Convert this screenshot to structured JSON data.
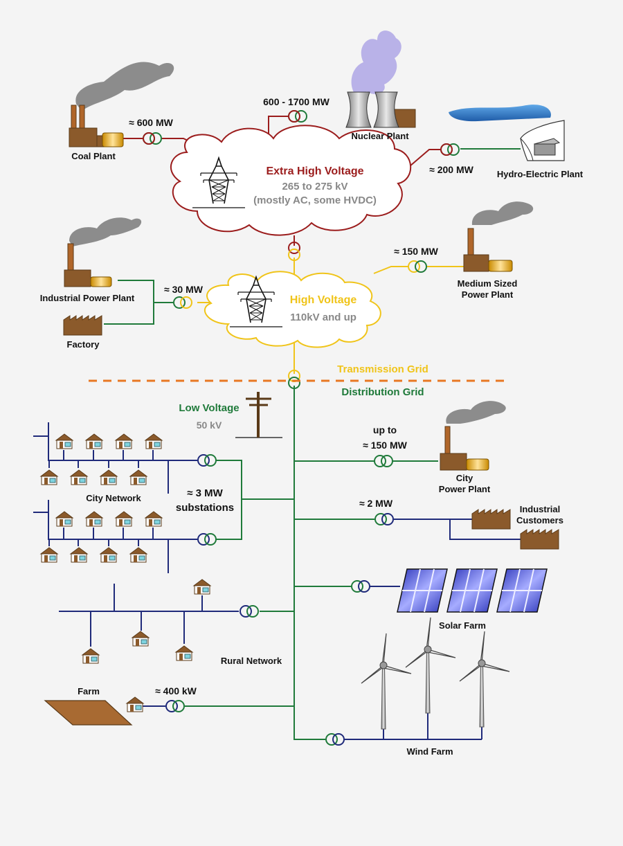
{
  "colors": {
    "background": "#f4f4f4",
    "extra_high": "#9b1c1c",
    "high": "#f0c419",
    "low": "#1f7a3a",
    "distribution": "#1f2a7a",
    "gray_text": "#888888",
    "brown": "#8b5a2b",
    "smoke": "#8c8c8c",
    "nuclear_smoke": "#b9b2e8",
    "solar": "#3e4ad0"
  },
  "labels": {
    "coal_power": "≈ 600  MW",
    "coal_plant": "Coal Plant",
    "nuclear_power": "600 - 1700  MW",
    "nuclear_plant": "Nuclear Plant",
    "hydro_power": "≈ 200  MW",
    "hydro_plant": "Hydro-Electric Plant",
    "ehv_title": "Extra High Voltage",
    "ehv_range": "265 to 275 kV",
    "ehv_note": "(mostly AC, some HVDC)",
    "medium_power": "≈ 150  MW",
    "medium_plant_1": "Medium Sized",
    "medium_plant_2": "Power Plant",
    "industrial_power": "≈ 30 MW",
    "industrial_plant": "Industrial Power Plant",
    "factory": "Factory",
    "hv_title": "High Voltage",
    "hv_range": "110kV and up",
    "transmission_grid": "Transmission Grid",
    "distribution_grid": "Distribution Grid",
    "lv_title": "Low Voltage",
    "lv_value": "50 kV",
    "city_plant_power_1": "up to",
    "city_plant_power_2": "≈ 150  MW",
    "city_plant_1": "City",
    "city_plant_2": "Power Plant",
    "city_network": "City Network",
    "substations_1": "≈ 3  MW",
    "substations_2": "substations",
    "industrial_customers_power": "≈ 2  MW",
    "industrial_customers_1": "Industrial",
    "industrial_customers_2": "Customers",
    "solar_farm": "Solar Farm",
    "rural_network": "Rural Network",
    "farm": "Farm",
    "farm_power": "≈ 400 kW",
    "wind_farm": "Wind Farm"
  }
}
